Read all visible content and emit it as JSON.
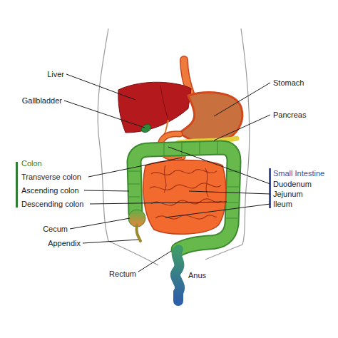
{
  "diagram": {
    "labels": [
      "Liver",
      "Stomach",
      "Gallbladder",
      "Pancreas",
      "Colon",
      "Transverse colon",
      "Ascending colon",
      "Descending colon",
      "Small Intestine",
      "Duodenum",
      "Jejunum",
      "Ileum",
      "Cecum",
      "Appendix",
      "Rectum",
      "Anus"
    ]
  }
}
